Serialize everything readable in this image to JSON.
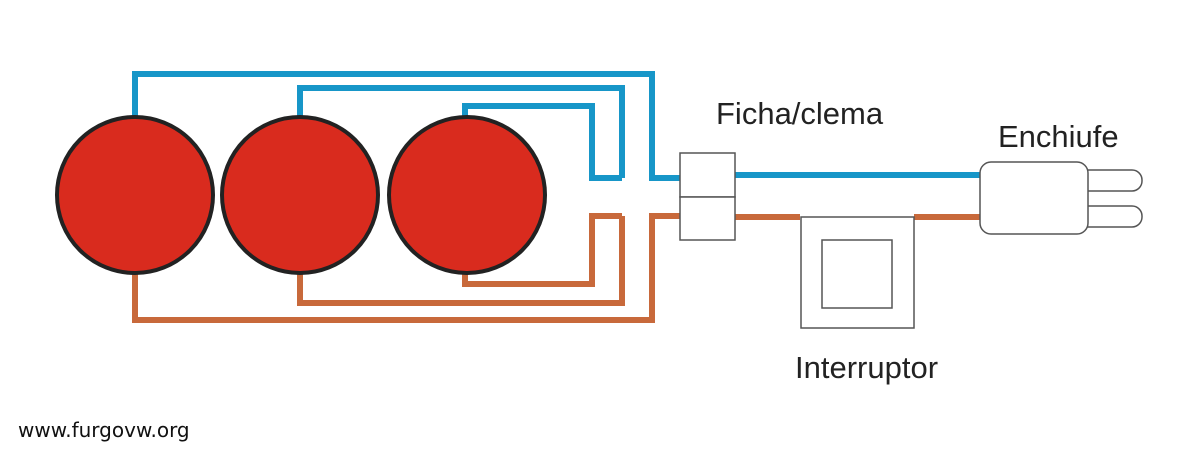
{
  "labels": {
    "connector": "Ficha/clema",
    "plug": "Enchiufe",
    "switch": "Interruptor",
    "watermark": "www.furgovw.org"
  },
  "colors": {
    "background": "#ffffff",
    "lamp_fill": "#d92b1e",
    "lamp_stroke": "#222222",
    "wire_blue": "#1796c8",
    "wire_brown": "#c8693b",
    "outline": "#555555"
  }
}
